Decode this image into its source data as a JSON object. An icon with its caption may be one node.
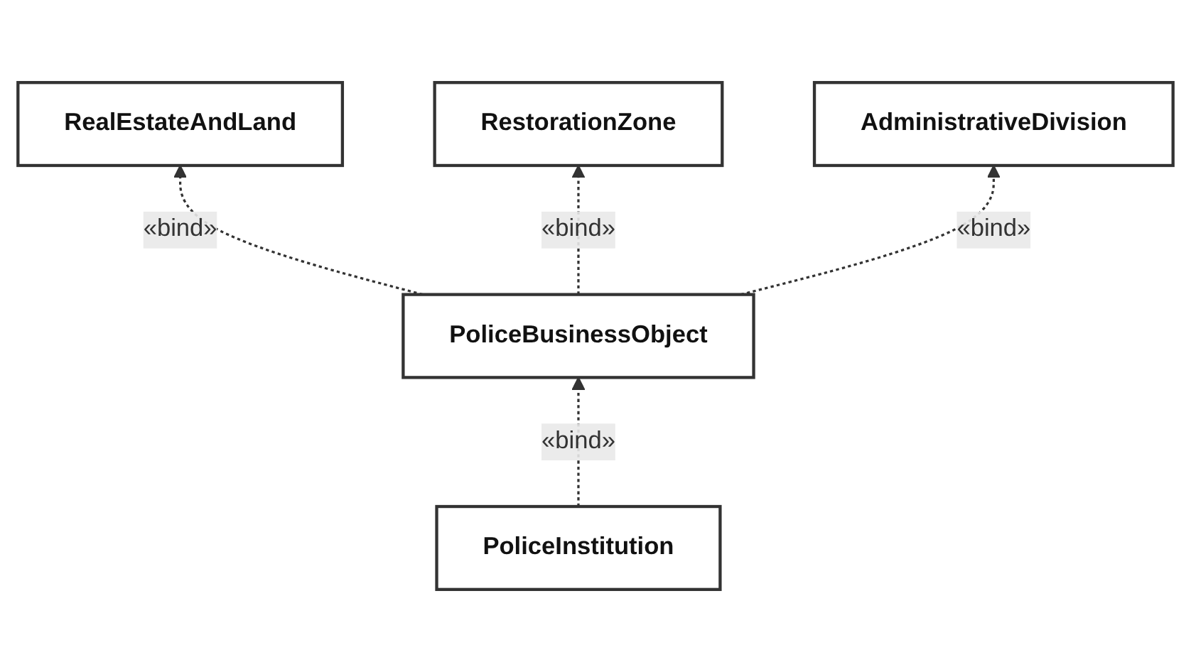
{
  "diagram": {
    "nodes": [
      {
        "text": [
          "RealEstateAndLand"
        ]
      },
      {
        "text": [
          "RestorationZone"
        ]
      },
      {
        "text": [
          "PoliceBusinessObject"
        ]
      },
      {
        "text": [
          "AdministrativeDivision"
        ]
      },
      {
        "text": [
          "PoliceInstitution"
        ]
      }
    ],
    "edges": [
      {
        "from": 2,
        "to": 0,
        "arrow": "to",
        "label": "«bind»",
        "style": "dashed"
      },
      {
        "from": 2,
        "to": 1,
        "arrow": "to",
        "label": "«bind»",
        "style": "dashed"
      },
      {
        "from": 2,
        "to": 3,
        "arrow": "to",
        "label": "«bind»",
        "style": "dashed"
      },
      {
        "from": 4,
        "to": 2,
        "arrow": "to",
        "label": "«bind»",
        "style": "dashed"
      }
    ]
  }
}
